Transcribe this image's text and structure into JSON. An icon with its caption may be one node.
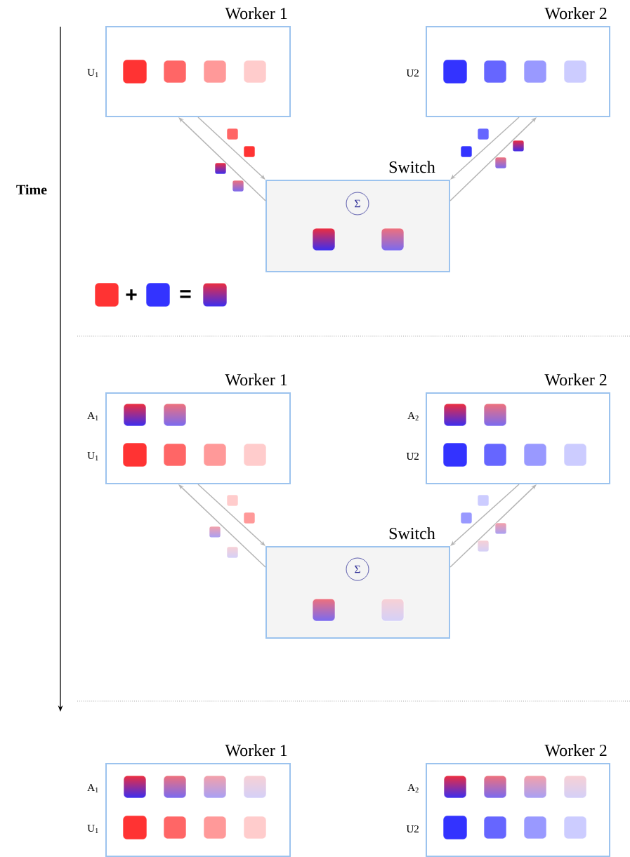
{
  "diagram": {
    "nodes": [
      {
        "text": [
          "Worker 1"
        ],
        "beside": [
          "U$_{1}$"
        ]
      },
      {
        "text": [
          "Worker 2"
        ],
        "beside": [
          "U2"
        ]
      },
      {
        "text": [
          "Switch"
        ]
      },
      {
        "text": [
          "Σ"
        ],
        "in": 2
      },
      {
        "text": [
          "Worker 1"
        ],
        "beside": [
          "A$_{1}$",
          "U$_{1}$"
        ]
      },
      {
        "text": [
          "Worker 2"
        ],
        "beside": [
          "A$_{2}$",
          "U2"
        ]
      },
      {
        "text": [
          "Switch"
        ]
      },
      {
        "text": [
          "Σ"
        ],
        "in": 6
      },
      {
        "text": [
          "Worker 1"
        ],
        "beside": [
          "A$_{1}$",
          "U$_{1}$"
        ]
      },
      {
        "text": [
          "Worker 2"
        ],
        "beside": [
          "A$_{2}$",
          "U2"
        ]
      }
    ],
    "edges": [
      {
        "from": 0,
        "to": 2,
        "arrow": "to"
      },
      {
        "from": 2,
        "to": 0,
        "arrow": "to"
      },
      {
        "from": 1,
        "to": 2,
        "arrow": "to"
      },
      {
        "from": 2,
        "to": 1,
        "arrow": "to"
      },
      {
        "from": 4,
        "to": 6,
        "arrow": "to"
      },
      {
        "from": 6,
        "to": 4,
        "arrow": "to"
      },
      {
        "from": 5,
        "to": 6,
        "arrow": "to"
      },
      {
        "from": 6,
        "to": 5,
        "arrow": "to"
      }
    ],
    "labels": [
      "Time",
      "+",
      "="
    ]
  }
}
